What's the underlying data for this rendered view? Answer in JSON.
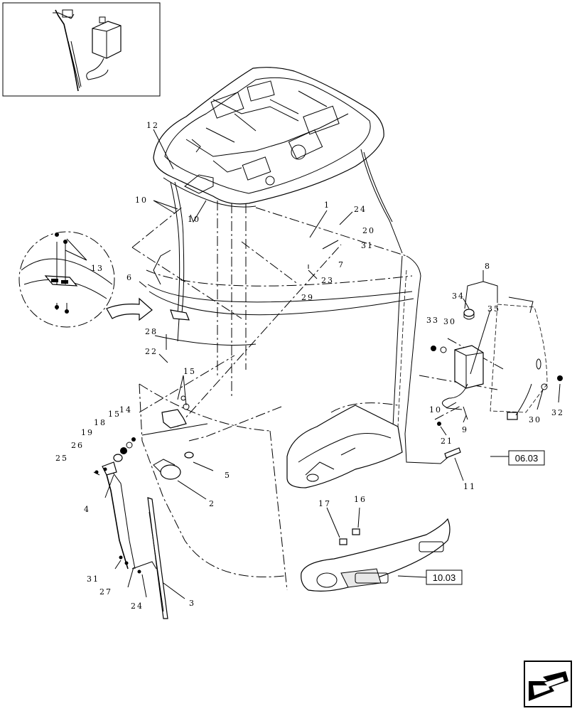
{
  "diagram": {
    "part_labels": [
      {
        "id": "p12",
        "text": "12"
      },
      {
        "id": "p10a",
        "text": "10"
      },
      {
        "id": "p10b",
        "text": "10"
      },
      {
        "id": "p13",
        "text": "13"
      },
      {
        "id": "p6",
        "text": "6"
      },
      {
        "id": "p1",
        "text": "1"
      },
      {
        "id": "p24a",
        "text": "24"
      },
      {
        "id": "p20",
        "text": "20"
      },
      {
        "id": "p31a",
        "text": "31"
      },
      {
        "id": "p7",
        "text": "7"
      },
      {
        "id": "p23",
        "text": "23"
      },
      {
        "id": "p29",
        "text": "29"
      },
      {
        "id": "p28",
        "text": "28"
      },
      {
        "id": "p22",
        "text": "22"
      },
      {
        "id": "p15a",
        "text": "15"
      },
      {
        "id": "p14",
        "text": "14"
      },
      {
        "id": "p15b",
        "text": "15"
      },
      {
        "id": "p18",
        "text": "18"
      },
      {
        "id": "p19",
        "text": "19"
      },
      {
        "id": "p26",
        "text": "26"
      },
      {
        "id": "p25",
        "text": "25"
      },
      {
        "id": "p4",
        "text": "4"
      },
      {
        "id": "p5",
        "text": "5"
      },
      {
        "id": "p2",
        "text": "2"
      },
      {
        "id": "p31b",
        "text": "31"
      },
      {
        "id": "p27",
        "text": "27"
      },
      {
        "id": "p24b",
        "text": "24"
      },
      {
        "id": "p3",
        "text": "3"
      },
      {
        "id": "p8",
        "text": "8"
      },
      {
        "id": "p34",
        "text": "34"
      },
      {
        "id": "p35",
        "text": "35"
      },
      {
        "id": "p33",
        "text": "33"
      },
      {
        "id": "p30a",
        "text": "30"
      },
      {
        "id": "p10c",
        "text": "10"
      },
      {
        "id": "p9",
        "text": "9"
      },
      {
        "id": "p21",
        "text": "21"
      },
      {
        "id": "p30b",
        "text": "30"
      },
      {
        "id": "p32",
        "text": "32"
      },
      {
        "id": "p11",
        "text": "11"
      },
      {
        "id": "p17",
        "text": "17"
      },
      {
        "id": "p16",
        "text": "16"
      }
    ],
    "references": [
      {
        "id": "ref1",
        "text": "06.03"
      },
      {
        "id": "ref2",
        "text": "10.03"
      }
    ],
    "icons": {
      "inset": "wiper-washer-assembly-icon",
      "nav": "next-page-arrow-icon"
    }
  }
}
